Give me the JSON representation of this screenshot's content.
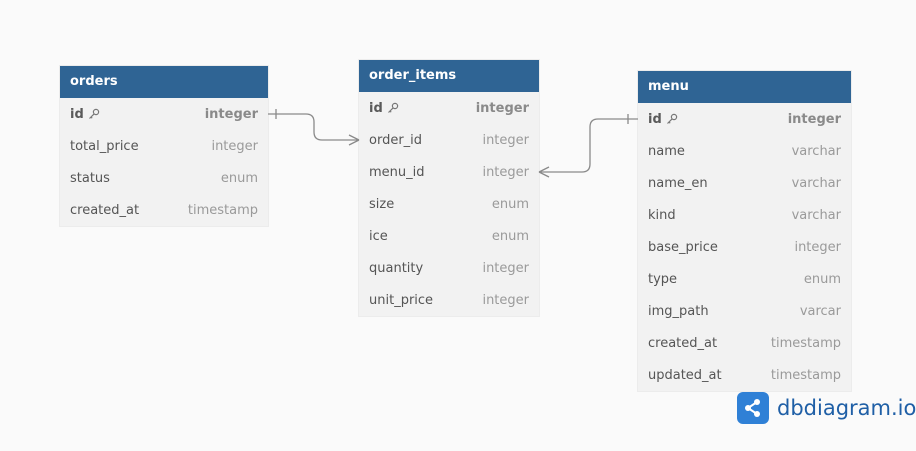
{
  "colors": {
    "header_bg": "#2f6494",
    "row_bg": "#f2f2f2",
    "line": "#8a8a8a",
    "brand_blue": "#2f80d6"
  },
  "tables": [
    {
      "title": "orders",
      "fields": [
        {
          "name": "id",
          "type": "integer",
          "pk": true
        },
        {
          "name": "total_price",
          "type": "integer"
        },
        {
          "name": "status",
          "type": "enum"
        },
        {
          "name": "created_at",
          "type": "timestamp"
        }
      ]
    },
    {
      "title": "order_items",
      "fields": [
        {
          "name": "id",
          "type": "integer",
          "pk": true
        },
        {
          "name": "order_id",
          "type": "integer"
        },
        {
          "name": "menu_id",
          "type": "integer"
        },
        {
          "name": "size",
          "type": "enum"
        },
        {
          "name": "ice",
          "type": "enum"
        },
        {
          "name": "quantity",
          "type": "integer"
        },
        {
          "name": "unit_price",
          "type": "integer"
        }
      ]
    },
    {
      "title": "menu",
      "fields": [
        {
          "name": "id",
          "type": "integer",
          "pk": true
        },
        {
          "name": "name",
          "type": "varchar"
        },
        {
          "name": "name_en",
          "type": "varchar"
        },
        {
          "name": "kind",
          "type": "varchar"
        },
        {
          "name": "base_price",
          "type": "integer"
        },
        {
          "name": "type",
          "type": "enum"
        },
        {
          "name": "img_path",
          "type": "varcar"
        },
        {
          "name": "created_at",
          "type": "timestamp"
        },
        {
          "name": "updated_at",
          "type": "timestamp"
        }
      ]
    }
  ],
  "relations": [
    {
      "from": "orders.id",
      "to": "order_items.order_id",
      "kind": "one-to-many"
    },
    {
      "from": "menu.id",
      "to": "order_items.menu_id",
      "kind": "one-to-many"
    }
  ],
  "brand": {
    "icon": "share-nodes-icon",
    "name": "dbdiagram",
    "suffix": ".io"
  }
}
